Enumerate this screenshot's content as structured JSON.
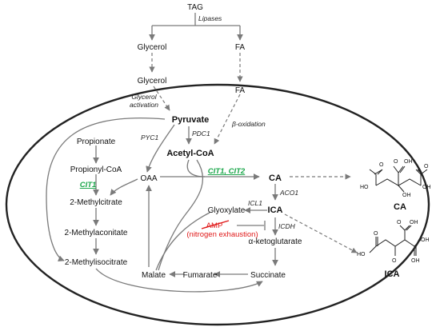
{
  "metabolites": {
    "tag": "TAG",
    "glycerol_outer": "Glycerol",
    "fa_outer": "FA",
    "glycerol_inner": "Glycerol",
    "fa_inner": "FA",
    "pyruvate": "Pyruvate",
    "acetyl_coa": "Acetyl-CoA",
    "oaa": "OAA",
    "ca": "CA",
    "propionate": "Propionate",
    "propionyl_coa": "Propionyl-CoA",
    "methylcitrate": "2-Methylcitrate",
    "methylaconitate": "2-Methylaconitate",
    "methylisocitrate": "2-Methylisocitrate",
    "glyoxylate": "Glyoxylate",
    "ica": "ICA",
    "akg": "α-ketoglutarate",
    "malate": "Malate",
    "fumarate": "Fumarate",
    "succinate": "Succinate"
  },
  "enzymes": {
    "lipases": "Lipases",
    "glycerol_activation_1": "Glycerol",
    "glycerol_activation_2": "activation",
    "beta_oxidation": "β-oxidation",
    "pyc1": "PYC1",
    "pdc1": "PDC1",
    "cit1_cit2": "CIT1, CIT2",
    "cit1": "CIT1",
    "aco1": "ACO1",
    "icl1": "ICL1",
    "icdh": "ICDH"
  },
  "regulation": {
    "amp": "AMP",
    "nitrogen": "(nitrogen exhaustion)"
  },
  "structures": {
    "ca_label": "CA",
    "ica_label": "ICA",
    "ho": "HO",
    "oh": "OH",
    "o": "O"
  },
  "colors": {
    "gene_highlight": "#1aa64a",
    "regulation_red": "#e01818",
    "arrow_gray": "#7a7a7a"
  }
}
